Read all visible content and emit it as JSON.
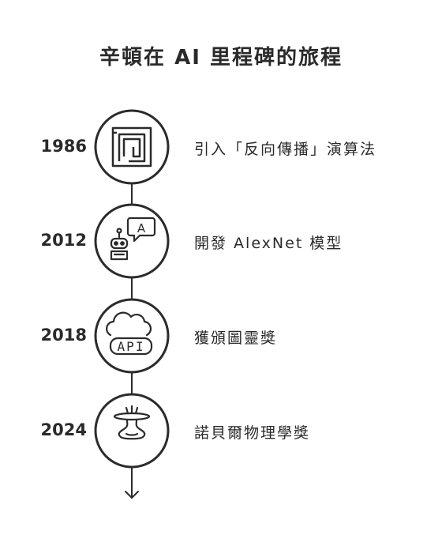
{
  "title": "辛頓在 AI 里程碑的旅程",
  "milestones": [
    {
      "year": "1986",
      "label": "引入「反向傳播」演算法",
      "icon": "maze-icon"
    },
    {
      "year": "2012",
      "label": "開發 AlexNet 模型",
      "icon": "robot-chat-icon"
    },
    {
      "year": "2018",
      "label": "獲頒圖靈獎",
      "icon": "cloud-api-icon"
    },
    {
      "year": "2024",
      "label": "諾貝爾物理學獎",
      "icon": "spring-icon"
    }
  ],
  "api_icon_text": "API",
  "robot_bubble_text": "A"
}
